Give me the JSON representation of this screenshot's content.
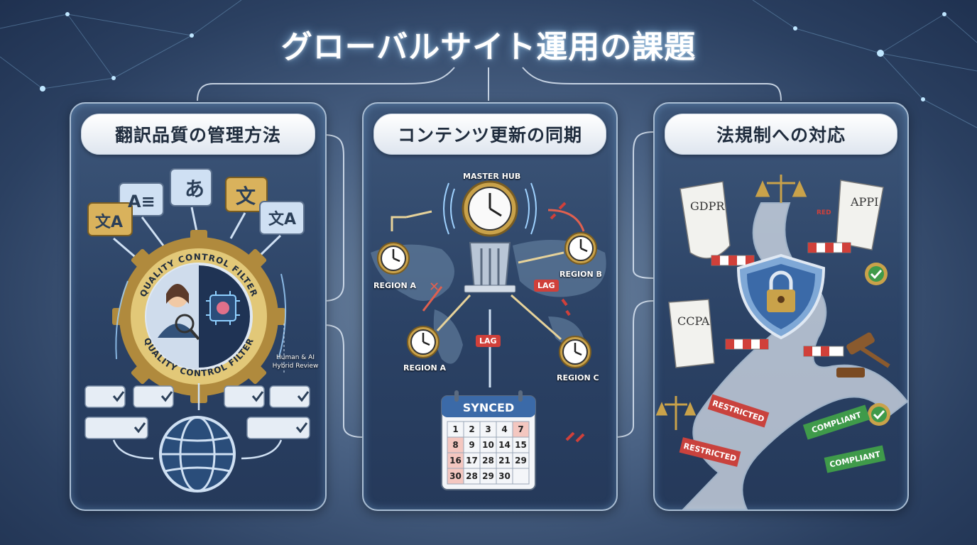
{
  "title": "グローバルサイト運用の課題",
  "panels": [
    {
      "heading": "翻訳品質の管理方法",
      "bubbles": [
        "A≡",
        "あ",
        "文",
        "文A",
        "文A"
      ],
      "gear_text": "QUALITY CONTROL FILTER",
      "gear_text_bottom": "QUALITY CONTROL FILTER",
      "side_note": "Human & AI\nHybrid Review"
    },
    {
      "heading": "コンテンツ更新の同期",
      "hub_label": "MASTER HUB",
      "regions": [
        "REGION A",
        "REGION B",
        "REGION A",
        "REGION C"
      ],
      "lag_tags": [
        "LAG",
        "LAG"
      ],
      "calendar_header": "SYNCED",
      "calendar_days": [
        "1",
        "2",
        "3",
        "4",
        "7",
        "8",
        "9",
        "10",
        "14",
        "15",
        "16",
        "17",
        "28",
        "21",
        "29",
        "30",
        "28",
        "29",
        "30",
        ""
      ]
    },
    {
      "heading": "法規制への対応",
      "docs": [
        "GDPR",
        "APPI",
        "CCPA"
      ],
      "small_sign": "RED",
      "banners": [
        "RESTRICTED",
        "COMPLIANT",
        "RESTRICTED",
        "COMPLIANT"
      ]
    }
  ],
  "colors": {
    "accent_gold": "#c9a24a",
    "accent_blue": "#6fb8ff",
    "alert_red": "#d0403a",
    "ok_green": "#3f9a4a"
  }
}
